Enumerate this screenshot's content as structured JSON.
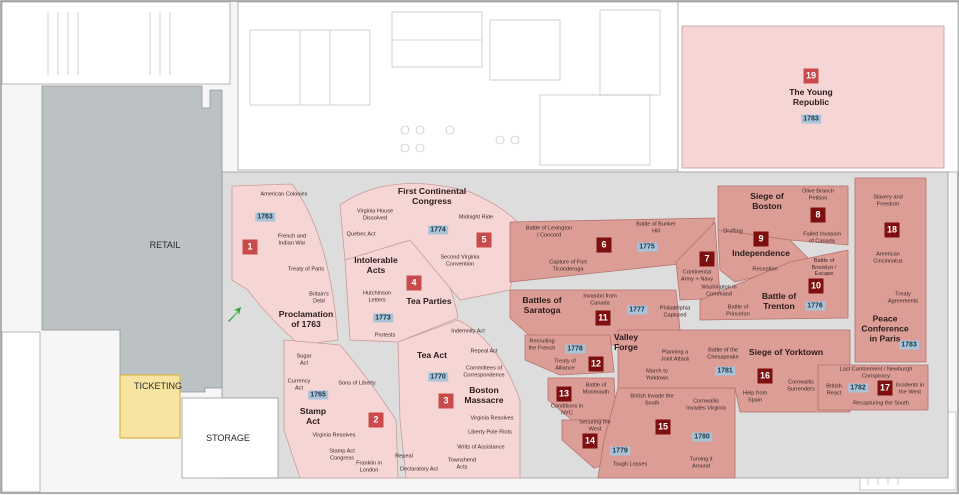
{
  "rooms": {
    "retail": "RETAIL",
    "ticketing": "TICKETING",
    "storage": "STORAGE"
  },
  "colors": {
    "light_gallery": "#f6d6d4",
    "dark_gallery": "#dc9d97",
    "badge_red": "#c94a4a",
    "badge_dark": "#7d0f0f",
    "year_tag": "#a9c4d8",
    "retail_gray": "#bcc1c4",
    "ticketing_yellow": "#f6e4a0"
  },
  "galleries": [
    {
      "num": "1",
      "title": "Proclamation of 1763",
      "year": "1763",
      "labels": [
        "American Colonies",
        "French and Indian War",
        "Treaty of Paris",
        "Britain's Debt"
      ]
    },
    {
      "num": "2",
      "title": "Stamp Act",
      "year": "1765",
      "labels": [
        "Sugar Act",
        "Currency Act",
        "Sons of Liberty",
        "Virginia Resolves",
        "Stamp Act Congress",
        "Repeal",
        "Franklin in London",
        "Declaratory Act"
      ]
    },
    {
      "num": "3",
      "title": "Tea Act",
      "title2": "Boston Massacre",
      "year": "1770",
      "labels": [
        "Indemnity Act",
        "Repeal Act",
        "Committees of Correspondence",
        "Virginia Resolves",
        "Liberty Pole Riots",
        "Writs of Assistance",
        "Townshend Acts"
      ]
    },
    {
      "num": "4",
      "title": "Intolerable Acts",
      "title2": "Tea Parties",
      "year": "1773",
      "labels": [
        "Hutchinson Letters",
        "Protests"
      ]
    },
    {
      "num": "5",
      "title": "First Continental Congress",
      "year": "1774",
      "labels": [
        "Virginia House Dissolved",
        "Quebec Act",
        "Midnight Ride",
        "Second Virginia Convention"
      ]
    },
    {
      "num": "6",
      "title": "",
      "year": "1775",
      "labels": [
        "Battle of Lexington / Concord",
        "Battle of Bunker Hill",
        "Capture of Fort Ticonderoga"
      ]
    },
    {
      "num": "7",
      "title": "",
      "labels": [
        "Continental Army + Navy",
        "Washington in Command"
      ]
    },
    {
      "num": "8",
      "title": "Siege of Boston",
      "labels": [
        "Olive Branch Petition",
        "Failed Invasion of Canada"
      ]
    },
    {
      "num": "9",
      "title": "Independence",
      "labels": [
        "Drafting",
        "Reception"
      ]
    },
    {
      "num": "10",
      "title": "Battle of Trenton",
      "year": "1776",
      "labels": [
        "Battle of Brooklyn / Escape",
        "Battle of Princeton"
      ]
    },
    {
      "num": "11",
      "title": "Battles of Saratoga",
      "title2": "Valley Forge",
      "year": "1777",
      "labels": [
        "Invasion from Canada",
        "Philadelphia Captured"
      ]
    },
    {
      "num": "12",
      "title": "",
      "year": "1778",
      "labels": [
        "Recruiting the French",
        "Treaty of Alliance"
      ]
    },
    {
      "num": "13",
      "title": "",
      "labels": [
        "Battle of Monmouth",
        "Conditions in NYC"
      ]
    },
    {
      "num": "14",
      "title": "",
      "labels": [
        "Securing the West"
      ]
    },
    {
      "num": "15",
      "title": "",
      "year": "1779",
      "year2": "1780",
      "labels": [
        "British Invade the South",
        "Cornwallis Invades Virginia",
        "Tough Losses",
        "Turning it Around"
      ]
    },
    {
      "num": "16",
      "title": "Siege of Yorktown",
      "year": "1781",
      "labels": [
        "Planning a Joint Attack",
        "Battle of the Chesapeake",
        "March to Yorktown",
        "Help from Spain",
        "Cornwallis Surrenders"
      ]
    },
    {
      "num": "17",
      "title": "",
      "year": "1782",
      "labels": [
        "Last Cantonment / Newburgh Conspiracy",
        "British React",
        "Incidents in the West",
        "Recapturing the South"
      ]
    },
    {
      "num": "18",
      "title": "Peace Conference in Paris",
      "year": "1783",
      "labels": [
        "Slavery and Freedom",
        "American Cincinnatus",
        "Treaty Agreements"
      ]
    },
    {
      "num": "19",
      "title": "The Young Republic",
      "year": "1783",
      "labels": []
    }
  ]
}
